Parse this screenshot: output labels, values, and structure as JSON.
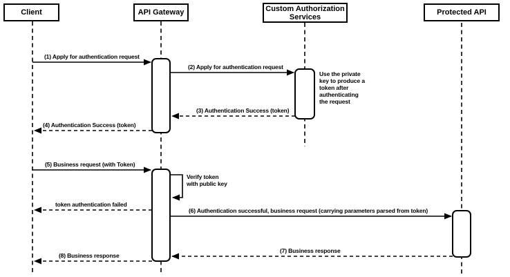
{
  "diagram_type": "uml-sequence",
  "participants": [
    {
      "id": "client",
      "label": "Client"
    },
    {
      "id": "api-gateway",
      "label": "API Gateway"
    },
    {
      "id": "custom-auth-services",
      "label": "Custom Authorization Services"
    },
    {
      "id": "protected-api",
      "label": "Protected API"
    }
  ],
  "messages": [
    {
      "label": "(1) Apply for authentication request",
      "from": "Client",
      "to": "API Gateway",
      "line": "solid"
    },
    {
      "label": "(2) Apply for authentication request",
      "from": "API Gateway",
      "to": "Custom Authorization Services",
      "line": "solid"
    },
    {
      "label": "(3) Authentication Success (token)",
      "from": "Custom Authorization Services",
      "to": "API Gateway",
      "line": "dashed"
    },
    {
      "label": "(4) Authentication Success (token)",
      "from": "API Gateway",
      "to": "Client",
      "line": "dashed"
    },
    {
      "label": "(5) Business request (with Token)",
      "from": "Client",
      "to": "API Gateway",
      "line": "solid"
    },
    {
      "label_lines": [
        "Verify token",
        "with public key"
      ],
      "from": "API Gateway",
      "to": "API Gateway",
      "line": "solid-self"
    },
    {
      "label": "token authentication failed",
      "from": "API Gateway",
      "to": "Client",
      "line": "dashed"
    },
    {
      "label": "(6) Authentication successful, business request (carrying parameters parsed from token)",
      "from": "API Gateway",
      "to": "Protected API",
      "line": "solid"
    },
    {
      "label": "(7) Business response",
      "from": "Protected API",
      "to": "API Gateway",
      "line": "dashed"
    },
    {
      "label": "(8) Business response",
      "from": "API Gateway",
      "to": "Client",
      "line": "dashed"
    }
  ],
  "note": {
    "lines": [
      "Use the private",
      "key to produce a",
      "token after",
      "authenticating",
      "the request"
    ]
  },
  "colors": {
    "line": "#000000",
    "text": "#000000",
    "background": "#ffffff",
    "box_fill": "#ffffff"
  }
}
